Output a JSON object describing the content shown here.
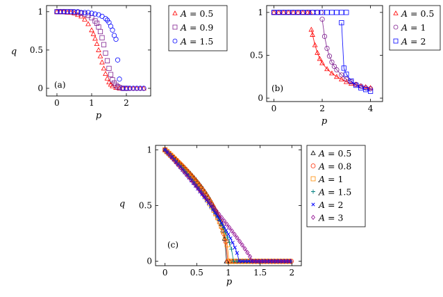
{
  "chart_data": [
    {
      "type": "scatter",
      "panel_label": "(a)",
      "xlabel": "p",
      "ylabel": "q",
      "xlim": [
        -0.3,
        2.7
      ],
      "ylim": [
        -0.1,
        1.08
      ],
      "xticks": [
        "0",
        "1",
        "2"
      ],
      "yticks": [
        "0",
        "0.5",
        "1"
      ],
      "grid": false,
      "legend_position": "outside-right",
      "series": [
        {
          "name": "A = 0.5",
          "marker": "triangle",
          "color": "#ff0000",
          "x": [
            0,
            0.1,
            0.2,
            0.3,
            0.4,
            0.5,
            0.6,
            0.7,
            0.8,
            0.9,
            1.0,
            1.05,
            1.1,
            1.15,
            1.2,
            1.25,
            1.3,
            1.35,
            1.4,
            1.45,
            1.5,
            1.55,
            1.6,
            1.7,
            1.8,
            1.9,
            2.0,
            2.1,
            2.2,
            2.3,
            2.4,
            2.5
          ],
          "y": [
            1.0,
            1.0,
            1.0,
            0.99,
            0.99,
            0.98,
            0.96,
            0.94,
            0.9,
            0.84,
            0.76,
            0.71,
            0.65,
            0.58,
            0.5,
            0.42,
            0.34,
            0.26,
            0.19,
            0.13,
            0.08,
            0.05,
            0.03,
            0.01,
            0,
            0,
            0,
            0,
            0,
            0,
            0,
            0
          ]
        },
        {
          "name": "A = 0.9",
          "marker": "square",
          "color": "#7f1f8f",
          "x": [
            0,
            0.1,
            0.2,
            0.3,
            0.4,
            0.5,
            0.6,
            0.7,
            0.8,
            0.9,
            1.0,
            1.1,
            1.15,
            1.2,
            1.25,
            1.3,
            1.35,
            1.4,
            1.45,
            1.5,
            1.55,
            1.6,
            1.65,
            1.7,
            1.75,
            1.8,
            1.9,
            2.0
          ],
          "y": [
            1.0,
            1.0,
            1.0,
            1.0,
            1.0,
            0.99,
            0.99,
            0.98,
            0.97,
            0.95,
            0.92,
            0.88,
            0.85,
            0.8,
            0.74,
            0.66,
            0.57,
            0.46,
            0.36,
            0.26,
            0.18,
            0.11,
            0.07,
            0.04,
            0.02,
            0.01,
            0,
            0
          ]
        },
        {
          "name": "A = 1.5",
          "marker": "circle",
          "color": "#0000ff",
          "x": [
            0,
            0.1,
            0.2,
            0.3,
            0.4,
            0.5,
            0.6,
            0.7,
            0.8,
            0.9,
            1.0,
            1.1,
            1.2,
            1.3,
            1.4,
            1.45,
            1.5,
            1.55,
            1.6,
            1.65,
            1.7,
            1.75,
            1.8,
            1.9,
            2.0,
            2.1,
            2.2,
            2.3,
            2.4,
            2.5
          ],
          "y": [
            1.0,
            1.0,
            1.0,
            1.0,
            1.0,
            1.0,
            1.0,
            0.99,
            0.99,
            0.99,
            0.98,
            0.97,
            0.96,
            0.94,
            0.91,
            0.89,
            0.86,
            0.81,
            0.76,
            0.69,
            0.64,
            0.37,
            0.12,
            0,
            0,
            0,
            0,
            0,
            0,
            0
          ]
        }
      ]
    },
    {
      "type": "scatter",
      "panel_label": "(b)",
      "xlabel": "p",
      "ylabel": "",
      "xlim": [
        -0.3,
        4.5
      ],
      "ylim": [
        -0.04,
        1.08
      ],
      "xticks": [
        "0",
        "2",
        "4"
      ],
      "yticks": [
        "0",
        "0.5",
        "1"
      ],
      "grid": false,
      "legend_position": "outside-right",
      "series": [
        {
          "name": "A = 0.5",
          "marker": "triangle",
          "color": "#ff0000",
          "x": [
            0,
            0.2,
            0.4,
            0.6,
            0.8,
            1.0,
            1.2,
            1.4,
            1.5,
            1.55,
            1.6,
            1.7,
            1.8,
            1.9,
            2.0,
            2.2,
            2.4,
            2.6,
            2.8,
            3.0,
            3.2,
            3.4,
            3.6,
            3.8,
            4.0
          ],
          "y": [
            1,
            1,
            1,
            1,
            1,
            1,
            1,
            1,
            1,
            0.8,
            0.74,
            0.62,
            0.53,
            0.46,
            0.41,
            0.34,
            0.29,
            0.25,
            0.22,
            0.19,
            0.17,
            0.16,
            0.14,
            0.13,
            0.12
          ]
        },
        {
          "name": "A = 1",
          "marker": "circle",
          "color": "#7f1f8f",
          "x": [
            0,
            0.2,
            0.4,
            0.6,
            0.8,
            1.0,
            1.2,
            1.4,
            1.6,
            1.8,
            1.95,
            2.0,
            2.1,
            2.2,
            2.3,
            2.4,
            2.5,
            2.6,
            2.8,
            3.0,
            3.2,
            3.4,
            3.6,
            3.8,
            4.0
          ],
          "y": [
            1,
            1,
            1,
            1,
            1,
            1,
            1,
            1,
            1,
            1,
            1,
            0.92,
            0.72,
            0.58,
            0.49,
            0.42,
            0.37,
            0.33,
            0.27,
            0.22,
            0.19,
            0.16,
            0.14,
            0.12,
            0.11
          ]
        },
        {
          "name": "A = 2",
          "marker": "square",
          "color": "#0000ff",
          "x": [
            0,
            0.2,
            0.4,
            0.6,
            0.8,
            1.0,
            1.2,
            1.4,
            1.6,
            1.8,
            2.0,
            2.2,
            2.4,
            2.6,
            2.8,
            3.0,
            2.8,
            2.9,
            3.0,
            3.2,
            3.4,
            3.6,
            3.8,
            4.0
          ],
          "y": [
            1,
            1,
            1,
            1,
            1,
            1,
            1,
            1,
            1,
            1,
            1,
            1,
            1,
            1,
            1,
            1,
            0.88,
            0.35,
            0.28,
            0.2,
            0.15,
            0.12,
            0.1,
            0.08
          ]
        }
      ]
    },
    {
      "type": "scatter",
      "panel_label": "(c)",
      "xlabel": "p",
      "ylabel": "q",
      "xlim": [
        -0.15,
        2.15
      ],
      "ylim": [
        -0.04,
        1.04
      ],
      "xticks": [
        "0",
        "0.5",
        "1",
        "1.5",
        "2"
      ],
      "yticks": [
        "0",
        "0.5",
        "1"
      ],
      "grid": false,
      "legend_position": "outside-right",
      "series": [
        {
          "name": "A = 0.5",
          "marker": "triangle",
          "color": "#000000",
          "alpha": 0.5,
          "pc": 0.97
        },
        {
          "name": "A = 0.8",
          "marker": "circle",
          "color": "#ff2a00",
          "alpha": 0.55,
          "pc": 0.99
        },
        {
          "name": "A = 1",
          "marker": "square",
          "color": "#ff8c00",
          "alpha": 0.6,
          "pc": 1.01
        },
        {
          "name": "A = 1.5",
          "marker": "plus",
          "color": "#007f7f",
          "alpha": 0.7,
          "pc": 1.08
        },
        {
          "name": "A = 2",
          "marker": "cross",
          "color": "#0000ff",
          "alpha": 0.82,
          "pc": 1.17
        },
        {
          "name": "A = 3",
          "marker": "diamond",
          "color": "#8b008b",
          "alpha": 1.0,
          "pc": 1.38
        }
      ]
    }
  ]
}
